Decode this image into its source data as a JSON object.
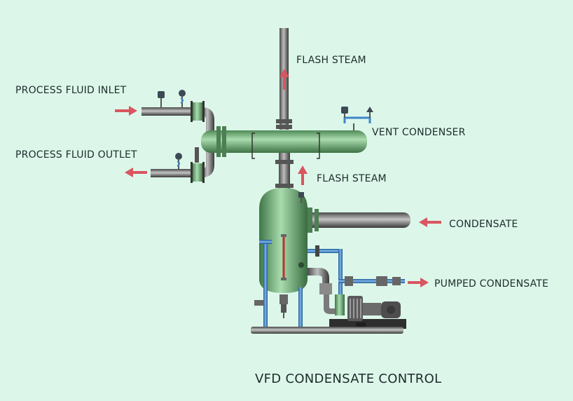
{
  "labels": {
    "flash_steam_top": "FLASH STEAM",
    "process_fluid_inlet": "PROCESS FLUID INLET",
    "process_fluid_outlet": "PROCESS FLUID OUTLET",
    "vent_condenser": "VENT CONDENSER",
    "flash_steam_mid": "FLASH STEAM",
    "condensate": "CONDENSATE",
    "pumped_condensate": "PUMPED CONDENSATE"
  },
  "title": "VFD CONDENSATE CONTROL",
  "colors": {
    "background": "#dcf7ea",
    "vessel_green": "#7fbf86",
    "pipe_gray": "#6b6b6b",
    "pipe_blue": "#3f86c8",
    "arrow_red": "#d9555f",
    "sight_glass_red": "#c03030"
  }
}
